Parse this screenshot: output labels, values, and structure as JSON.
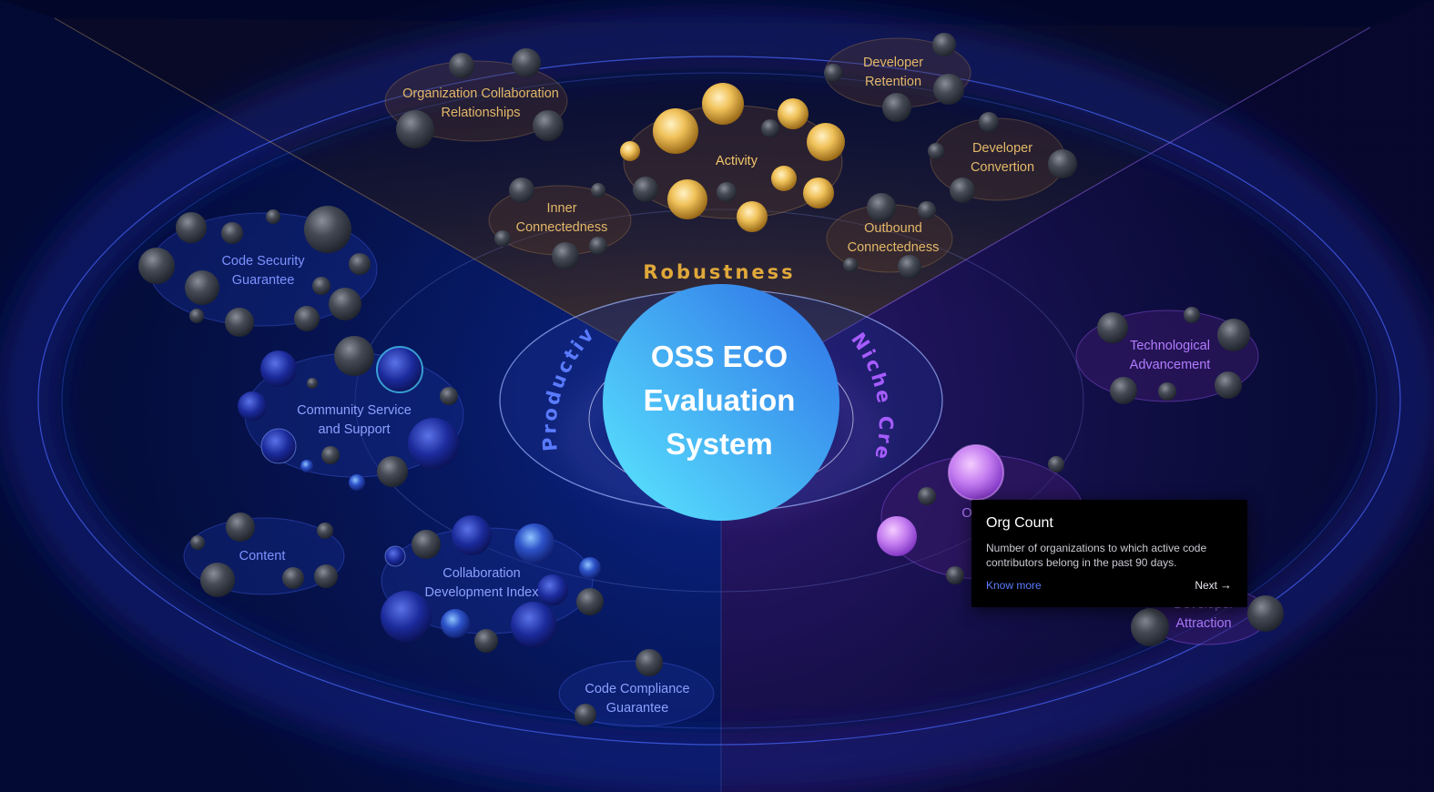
{
  "center": {
    "title_lines": [
      "OSS ECO",
      "Evaluation",
      "System"
    ]
  },
  "sectors": {
    "robustness": "Robustness",
    "productivity": "Productivity",
    "niche_creation": "Niche Creation"
  },
  "clusters": {
    "org_collab": [
      "Organization Collaboration",
      "Relationships"
    ],
    "dev_retention": [
      "Developer",
      "Retention"
    ],
    "activity": [
      "Activity"
    ],
    "dev_convertion": [
      "Developer",
      "Convertion"
    ],
    "inner_conn": [
      "Inner",
      "Connectedness"
    ],
    "outbound_conn": [
      "Outbound",
      "Connectedness"
    ],
    "code_security": [
      "Code Security",
      "Guarantee"
    ],
    "community_service": [
      "Community Service",
      "and Support"
    ],
    "content": [
      "Content"
    ],
    "collab_dev": [
      "Collaboration",
      "Development Index"
    ],
    "code_compliance": [
      "Code Compliance",
      "Guarantee"
    ],
    "tech_advancement": [
      "Technological",
      "Advancement"
    ],
    "org_count_partial": [
      "O"
    ],
    "dev_attraction": [
      "Developer",
      "Attraction"
    ]
  },
  "tooltip": {
    "title": "Org Count",
    "description": "Number of organizations to which active code contributors belong in the past 90 days.",
    "link": "Know more",
    "next": "Next"
  },
  "colors": {
    "background": "#02072a",
    "robustness": "#e0a83a",
    "productivity": "#4f6cff",
    "niche": "#a95cff",
    "center_from": "#5be0ff",
    "center_to": "#2f7be8"
  }
}
